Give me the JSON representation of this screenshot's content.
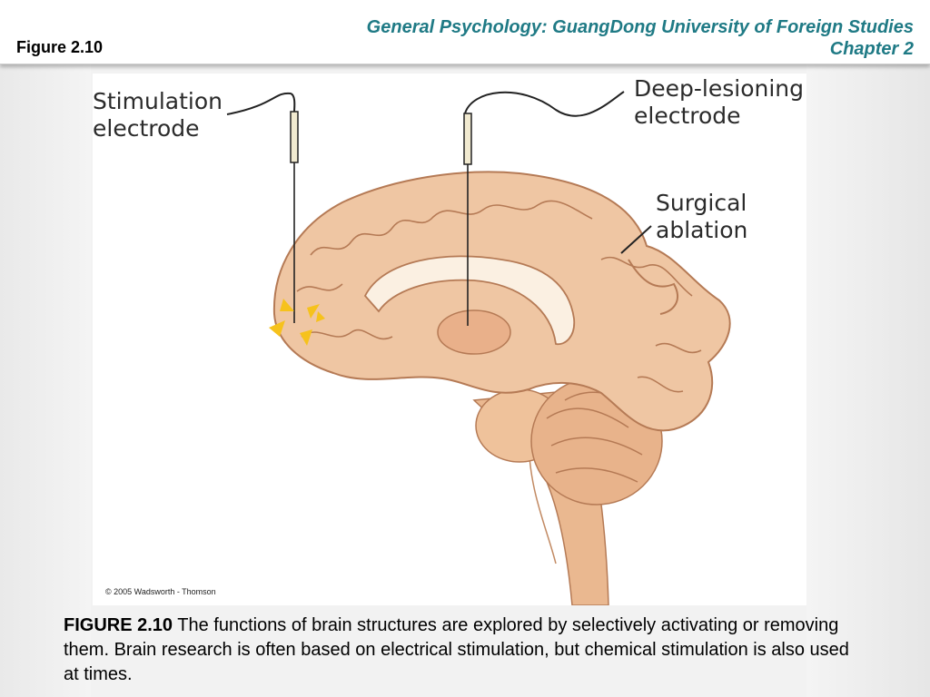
{
  "header": {
    "figure_label": "Figure 2.10",
    "course_title": "General Psychology: GuangDong University of Foreign Studies",
    "chapter": "Chapter 2"
  },
  "figure": {
    "labels": {
      "stimulation": [
        "Stimulation",
        "electrode"
      ],
      "deep_lesioning": [
        "Deep-lesioning",
        "electrode"
      ],
      "surgical": [
        "Surgical",
        "ablation"
      ]
    },
    "copyright": "© 2005 Wadsworth - Thomson"
  },
  "caption": {
    "lead": "FIGURE 2.10",
    "text": " The functions of brain structures are explored by selectively activating or removing them. Brain research is often based on electrical stimulation, but chemical stimulation is also used at times."
  }
}
